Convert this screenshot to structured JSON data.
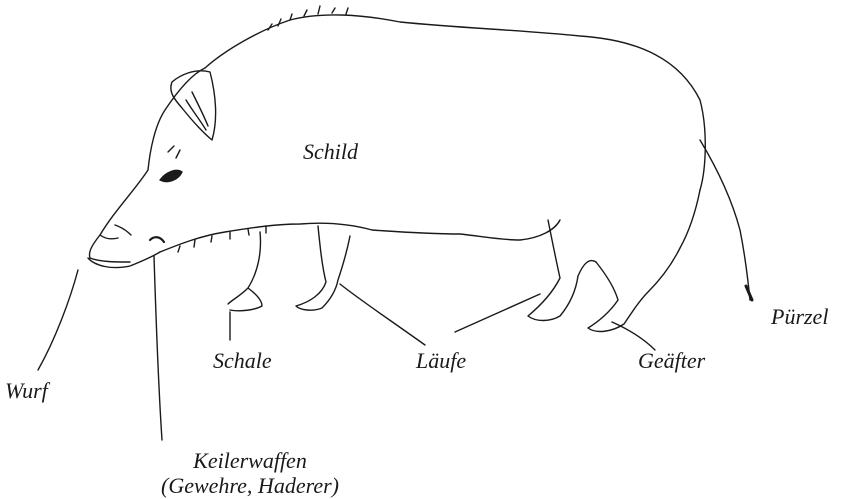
{
  "labels": {
    "schild": "Schild",
    "purzel": "Pürzel",
    "schale": "Schale",
    "laufe": "Läufe",
    "geafter": "Geäfter",
    "wurf": "Wurf",
    "keilerwaffen_line1": "Keilerwaffen",
    "keilerwaffen_line2": "(Gewehre, Haderer)"
  },
  "colors": {
    "ink": "#1a1a1a",
    "background": "#ffffff"
  }
}
